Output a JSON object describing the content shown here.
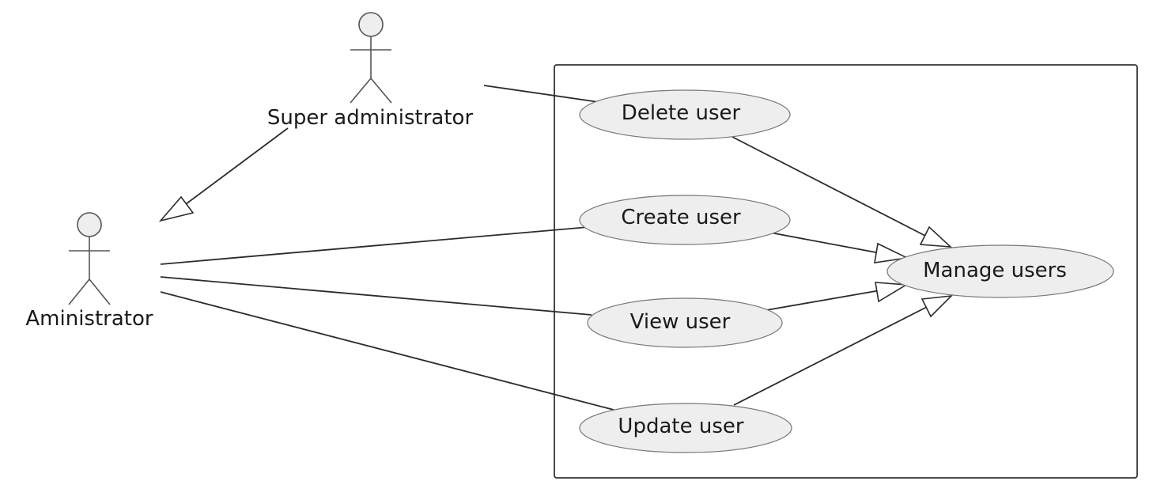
{
  "actors": {
    "super_admin": {
      "name": "Super administrator"
    },
    "admin": {
      "name": "Aministrator"
    }
  },
  "use_cases": {
    "delete": {
      "name": "Delete user"
    },
    "create": {
      "name": "Create user"
    },
    "view": {
      "name": "View user"
    },
    "update": {
      "name": "Update user"
    },
    "manage": {
      "name": "Manage users"
    }
  },
  "colors": {
    "fill": "#eeeeee",
    "line": "#2b2b2b",
    "background": "#ffffff"
  }
}
